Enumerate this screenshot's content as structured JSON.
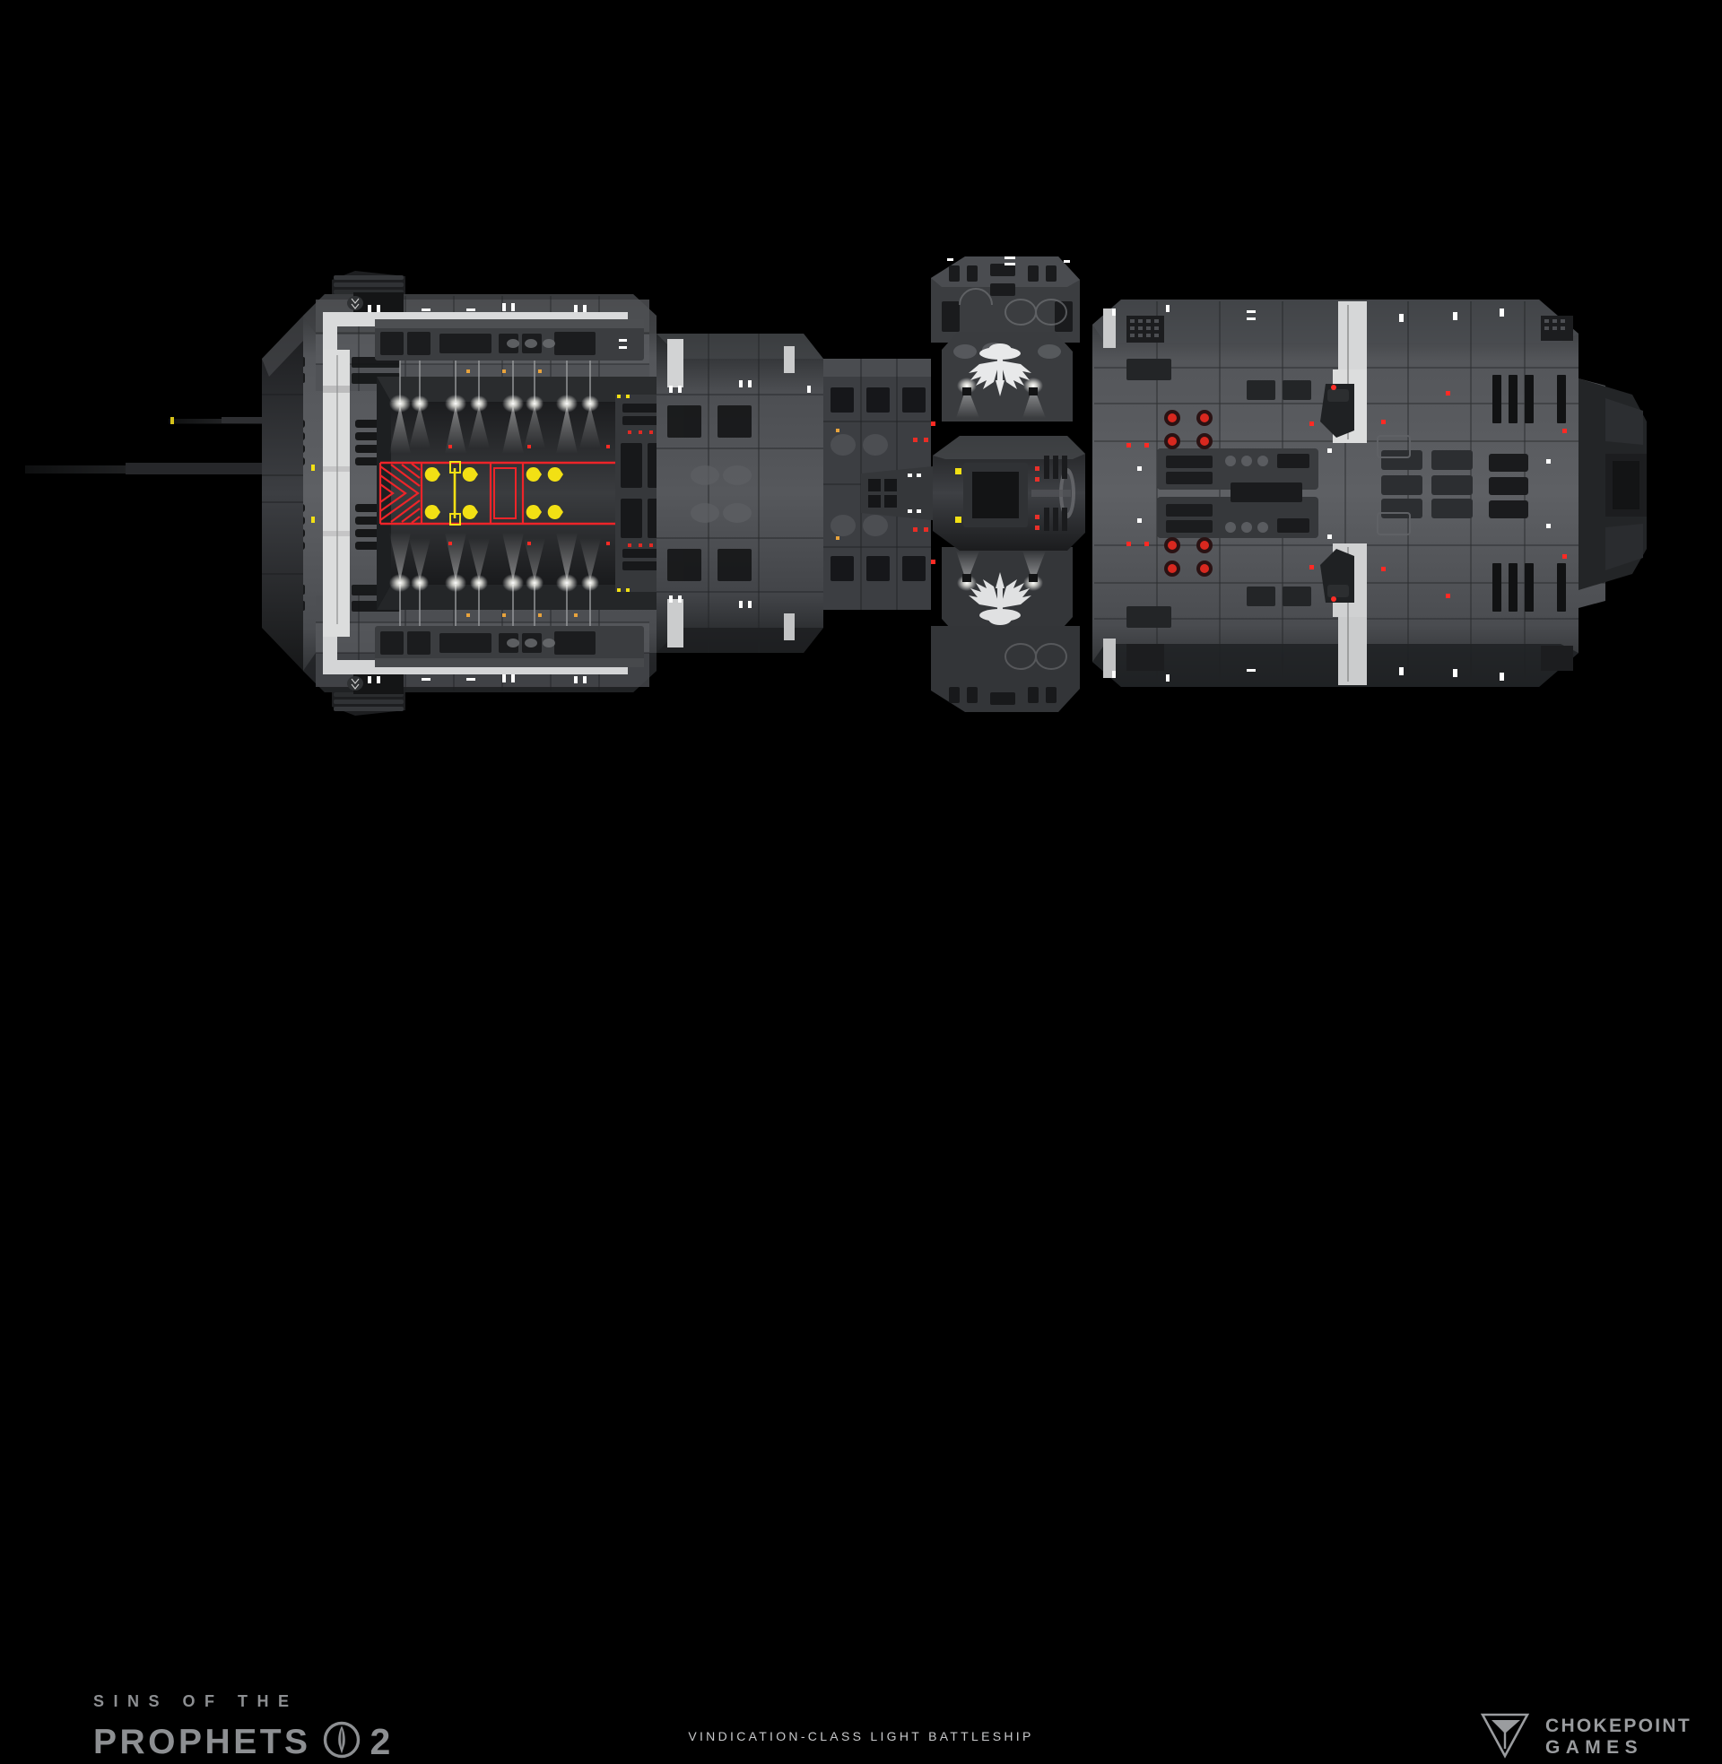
{
  "background_color": "#000000",
  "caption": {
    "text": "VINDICATION-CLASS LIGHT BATTLESHIP",
    "color": "#c8c9cb"
  },
  "brand_left": {
    "line1": "SINS OF THE",
    "word": "PROPHETS",
    "numeral": "2",
    "emblem_name": "prophets-emblem-icon",
    "color": "#8d8f92"
  },
  "brand_right": {
    "line1": "CHOKEPOINT",
    "line2": "GAMES",
    "mark_name": "chokepoint-chevron-logo",
    "color": "#9a9c9f"
  },
  "subject": {
    "name": "UNSC Vindication-class Light Battleship",
    "view": "top-down orthographic render",
    "emblem": "UNSC winged eagle",
    "accent_colors": {
      "hull_light": "#6e7073",
      "hull_mid": "#4a4c4f",
      "hull_dark": "#303234",
      "hull_shadow": "#1c1d1f",
      "stripe_white": "#d8d9da",
      "hazard_red": "#e8242a",
      "guide_yellow": "#f2e014",
      "nav_red": "#ff2a24",
      "nav_white": "#ffffff",
      "glow": "#fbfbf7"
    },
    "markings": {
      "flight_deck_outline": "red",
      "chevron_hazard_stripes": "red",
      "centerline_guide": "yellow",
      "approach_arrows": "yellow"
    }
  }
}
